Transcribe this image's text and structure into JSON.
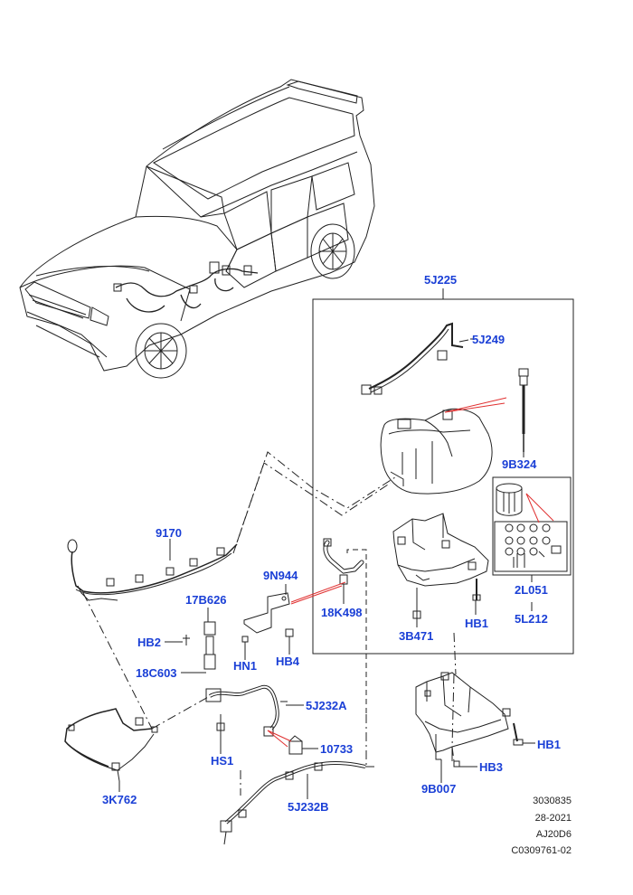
{
  "callouts": {
    "5J225": "5J225",
    "5J249": "5J249",
    "9B324": "9B324",
    "2L051": "2L051",
    "5L212": "5L212",
    "HB1_tank": "HB1",
    "3B471": "3B471",
    "9170": "9170",
    "9N944": "9N944",
    "18K498": "18K498",
    "17B626": "17B626",
    "HB2": "HB2",
    "18C603": "18C603",
    "HN1": "HN1",
    "HB4": "HB4",
    "5J232A": "5J232A",
    "HS1": "HS1",
    "10733": "10733",
    "3K762": "3K762",
    "5J232B": "5J232B",
    "HB1_bracket": "HB1",
    "HB3": "HB3",
    "9B007": "9B007"
  },
  "reference": {
    "line1": "3030835",
    "line2": "28-2021",
    "line3": "AJ20D6",
    "line4": "C0309761-02"
  },
  "colors": {
    "callout_text": "#1a3fd6",
    "leader_red": "#e03030",
    "line_art": "#222222"
  }
}
